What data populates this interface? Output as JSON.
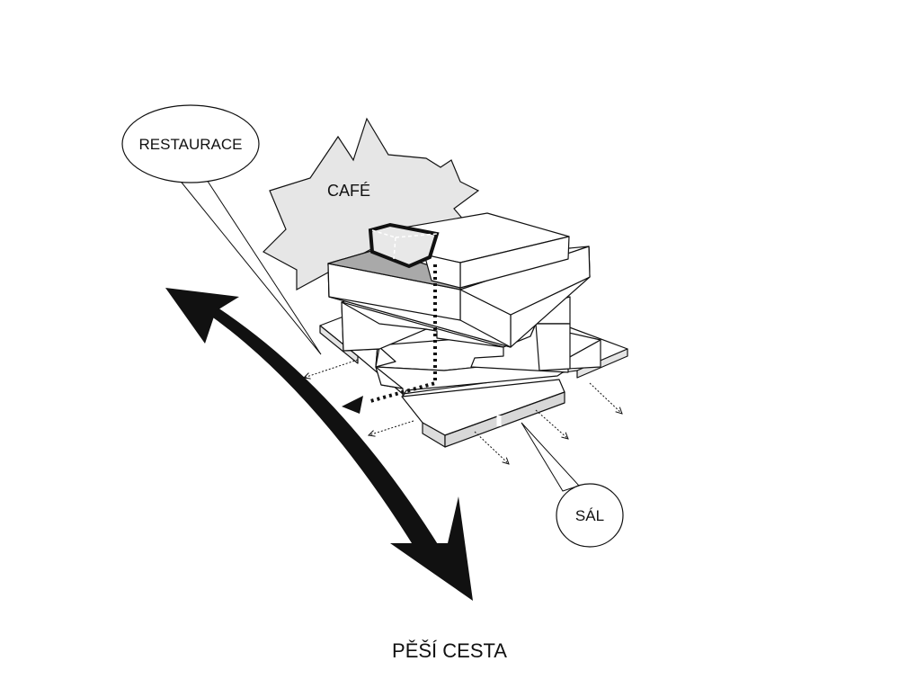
{
  "labels": {
    "restaurace": "RESTAURACE",
    "cafe": "CAFÉ",
    "sal": "SÁL",
    "pesi_cesta": "PĚŠÍ CESTA"
  },
  "colors": {
    "ink": "#111111",
    "paper": "#ffffff",
    "burst_fill": "#e6e6e6",
    "shade": "#a9a9a9",
    "side_shade": "#dcdcdc"
  }
}
